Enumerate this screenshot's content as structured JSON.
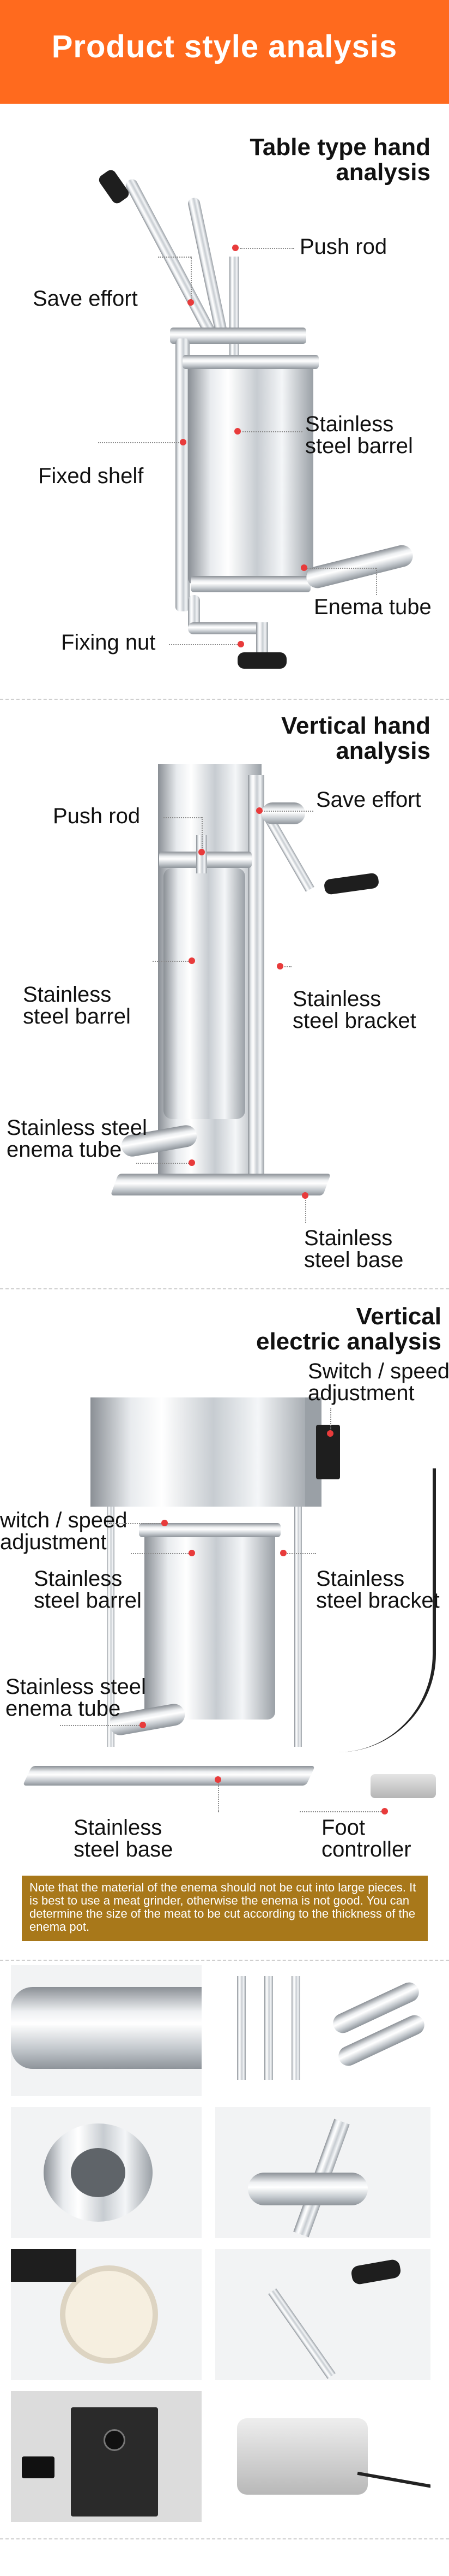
{
  "banner": {
    "title": "Product style analysis"
  },
  "sections": {
    "table_type": {
      "title_line1": "Table type hand",
      "title_line2": "analysis",
      "labels": {
        "push_rod": "Push rod",
        "save_effort": "Save effort",
        "fixed_shelf": "Fixed shelf",
        "barrel_line1": "Stainless",
        "barrel_line2": "steel barrel",
        "enema_tube": "Enema tube",
        "fixing_nut": "Fixing nut"
      }
    },
    "vertical_hand": {
      "title_line1": "Vertical hand",
      "title_line2": "analysis",
      "labels": {
        "push_rod": "Push rod",
        "save_effort": "Save effort",
        "barrel_line1": "Stainless",
        "barrel_line2": "steel barrel",
        "bracket_line1": "Stainless",
        "bracket_line2": "steel bracket",
        "enema_line1": "Stainless steel",
        "enema_line2": "enema tube",
        "base_line1": "Stainless",
        "base_line2": "steel base"
      }
    },
    "vertical_electric": {
      "title_line1": "Vertical",
      "title_line2": "electric analysis",
      "labels": {
        "switch_r_line1": "Switch / speed",
        "switch_r_line2": "adjustment",
        "switch_l_line1": "witch / speed",
        "switch_l_line2": "adjustment",
        "barrel_line1": "Stainless",
        "barrel_line2": "steel barrel",
        "bracket_line1": "Stainless",
        "bracket_line2": "steel bracket",
        "enema_line1": "Stainless steel",
        "enema_line2": "enema tube",
        "base_line1": "Stainless",
        "base_line2": "steel base",
        "foot_line1": "Foot",
        "foot_line2": "controller"
      }
    }
  },
  "note": {
    "text": "Note that the material of the enema should not be cut into large pieces. It is best to use a meat grinder, otherwise the enema is not good. You can determine the size of the meat to be cut according to the thickness of the enema pot."
  },
  "colors": {
    "banner": "#ff6a1e",
    "note_bg": "#a8781a",
    "marker": "#e83b3b"
  }
}
